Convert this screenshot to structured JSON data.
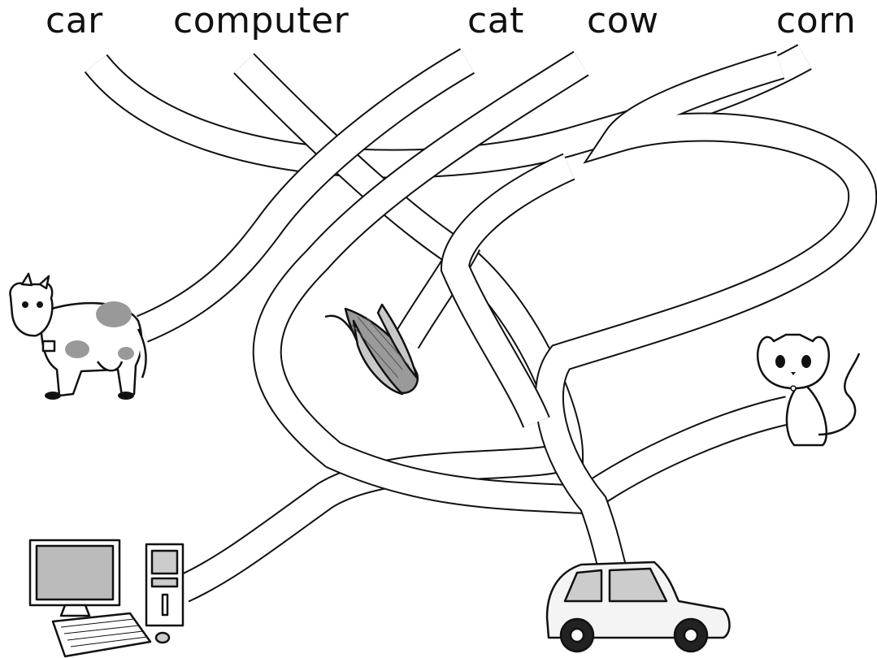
{
  "words": {
    "car": "car",
    "computer": "computer",
    "cat": "cat",
    "cow": "cow",
    "corn": "corn"
  },
  "pictures": [
    "cow",
    "corn",
    "cat",
    "computer",
    "car"
  ],
  "colors": {
    "ink": "#111111",
    "road": "#ffffff",
    "spot": "#999999",
    "screen": "#bbbbbb",
    "car_body": "#f4f4f4",
    "corn_kernel": "#9a9a9a",
    "husk": "#c8c8c8"
  },
  "icons": {
    "cow": "cow-icon",
    "corn": "corn-icon",
    "cat": "cat-icon",
    "computer": "computer-icon",
    "car": "car-icon"
  }
}
